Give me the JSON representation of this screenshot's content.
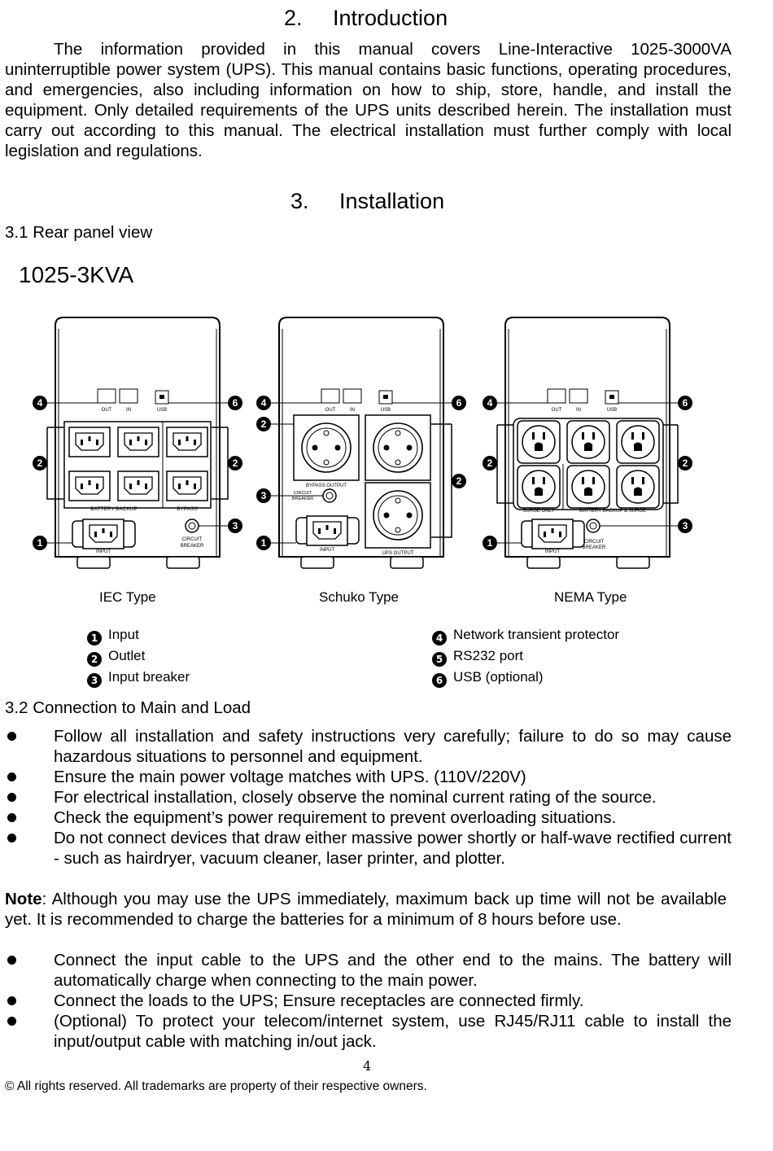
{
  "intro": {
    "number": "2.",
    "title": "Introduction",
    "paragraph": "The information provided in this manual covers Line-Interactive 1025-3000VA uninterruptible power system (UPS). This manual contains basic functions, operating procedures, and emergencies, also including information on how to ship, store, handle, and install the equipment. Only detailed requirements of the UPS units described herein. The installation must carry out according to this manual. The electrical installation must further comply with local legislation and regulations."
  },
  "install": {
    "number": "3.",
    "title": "Installation"
  },
  "rear": {
    "heading": "3.1 Rear panel view",
    "model": "1025-3KVA",
    "labels": {
      "out": "OUT",
      "in": "IN",
      "usb": "USB",
      "battery_backup": "BATTERY  BACKUP",
      "bypass": "BYPASS",
      "input": "INPUT",
      "circuit": "CIRCUIT",
      "breaker": "BREAKER",
      "bypass_output": "BYPASS  OUTPUT",
      "ups_output": "UPS OUTPUT",
      "surge_only": "SURGE  ONLY",
      "battery_backup_surge": "BATTERY  BACKUP  &  SURGE"
    },
    "badges": [
      "1",
      "2",
      "3",
      "4",
      "5",
      "6"
    ],
    "captions": {
      "iec": "IEC Type",
      "schuko": "Schuko Type",
      "nema": "NEMA Type"
    },
    "legend": [
      {
        "badge": "1",
        "text": "Input"
      },
      {
        "badge": "2",
        "text": "Outlet"
      },
      {
        "badge": "3",
        "text": "Input breaker"
      },
      {
        "badge": "4",
        "text": "Network transient protector"
      },
      {
        "badge": "5",
        "text": "RS232 port"
      },
      {
        "badge": "6",
        "text": "USB (optional)"
      }
    ]
  },
  "connection": {
    "heading": "3.2 Connection to Main and Load",
    "bullets1": [
      "Follow all installation and safety instructions very carefully; failure to do so may cause hazardous situations to personnel and equipment.",
      "Ensure the main power voltage matches with UPS. (110V/220V)",
      "For electrical installation, closely observe the nominal current rating of the source.",
      "Check the equipment’s power requirement to prevent overloading situations.",
      "Do not connect devices that draw either massive power shortly or half-wave rectified current - such as hairdryer, vacuum cleaner, laser printer, and plotter."
    ],
    "note_label": "Note",
    "note_text": ": Although you may use the UPS immediately, maximum back up time will not be available yet. It is recommended to charge the batteries for a minimum of 8 hours before use.",
    "bullets2": [
      "Connect the input cable to the UPS and the other end to the mains. The battery will automatically charge when connecting to the main power.",
      "Connect the loads to the UPS; Ensure receptacles are connected firmly.",
      "(Optional) To protect your telecom/internet system, use RJ45/RJ11 cable to install the input/output cable with matching in/out jack."
    ]
  },
  "page_number": "4",
  "footer": "© All rights reserved. All trademarks are property of their respective owners."
}
